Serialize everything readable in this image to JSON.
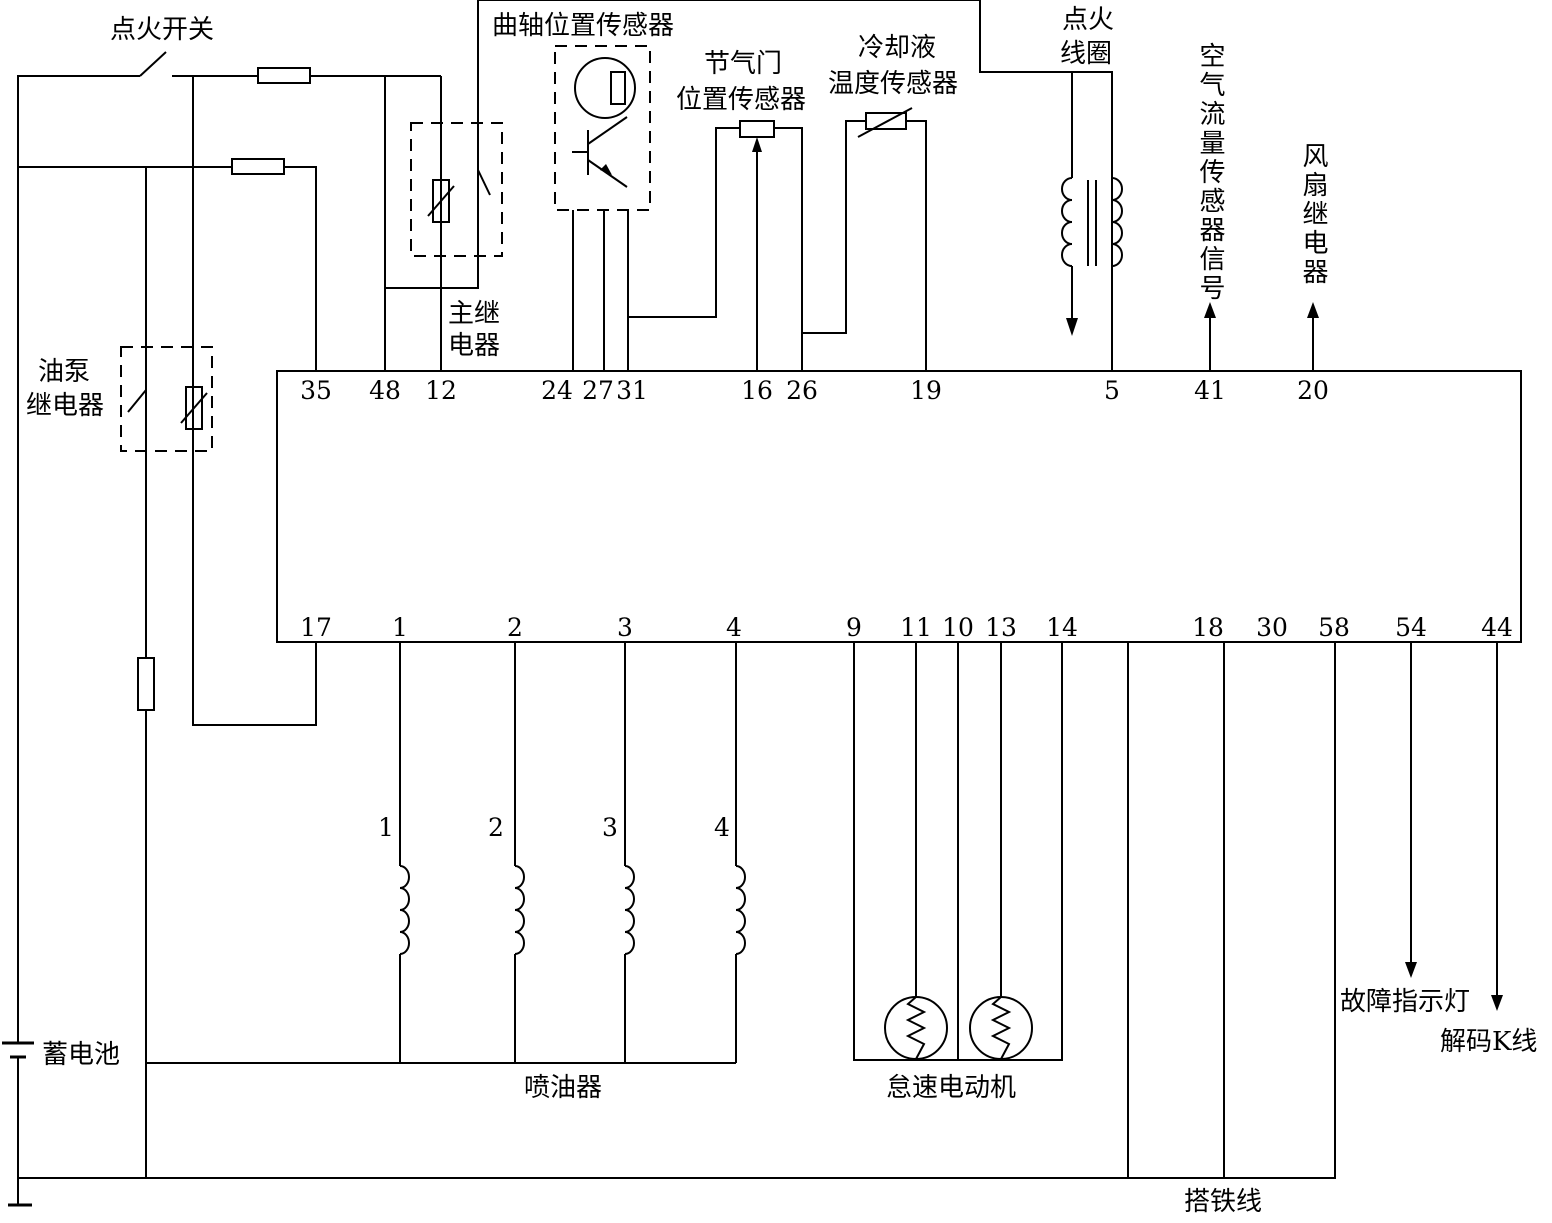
{
  "labels": {
    "ignition_switch": "点火开关",
    "crank_sensor": "曲轴位置传感器",
    "throttle_line1": "节气门",
    "throttle_line2": "位置传感器",
    "coolant_line1": "冷却液",
    "coolant_line2": "温度传感器",
    "coil_line1": "点火",
    "coil_line2": "线圈",
    "air_flow": "空气流量传感器信号",
    "fan_relay": "风扇继电器",
    "main_relay_line1": "主继",
    "main_relay_line2": "电器",
    "pump_relay_line1": "油泵",
    "pump_relay_line2": "继电器",
    "battery": "蓄电池",
    "injectors": "喷油器",
    "idle_motor": "怠速电动机",
    "ground": "搭铁线",
    "fault_lamp": "故障指示灯",
    "diag_k_line": "解码K线"
  },
  "pins_top": [
    "35",
    "48",
    "12",
    "24",
    "27",
    "31",
    "16",
    "26",
    "19",
    "5",
    "41",
    "20"
  ],
  "pins_bottom": [
    "17",
    "1",
    "2",
    "3",
    "4",
    "9",
    "11",
    "10",
    "13",
    "14",
    "18",
    "30",
    "58",
    "54",
    "44"
  ],
  "injector_numbers": [
    "1",
    "2",
    "3",
    "4"
  ]
}
